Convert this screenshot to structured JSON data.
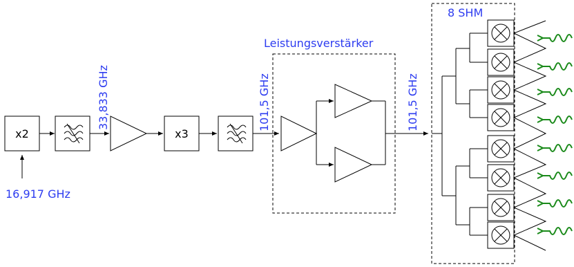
{
  "inputs": {
    "lo_frequency": "16,917 GHz"
  },
  "blocks": {
    "doubler_label": "x2",
    "tripler_label": "x3",
    "filter_icon": "bandpass-filter-icon",
    "amplifier_icon": "amplifier-triangle-icon",
    "mixer_icon": "mixer-cross-icon"
  },
  "frequencies": {
    "after_doubler": "33,833 GHz",
    "after_tripler": "101,5 GHz",
    "after_power_amp": "101,5 GHz"
  },
  "groups": {
    "power_amplifier": "Leistungsverstärker",
    "mixer_array": "8 SHM"
  },
  "colors": {
    "label_color": "#2d3cf0",
    "wave_color": "#1a8a1a"
  }
}
